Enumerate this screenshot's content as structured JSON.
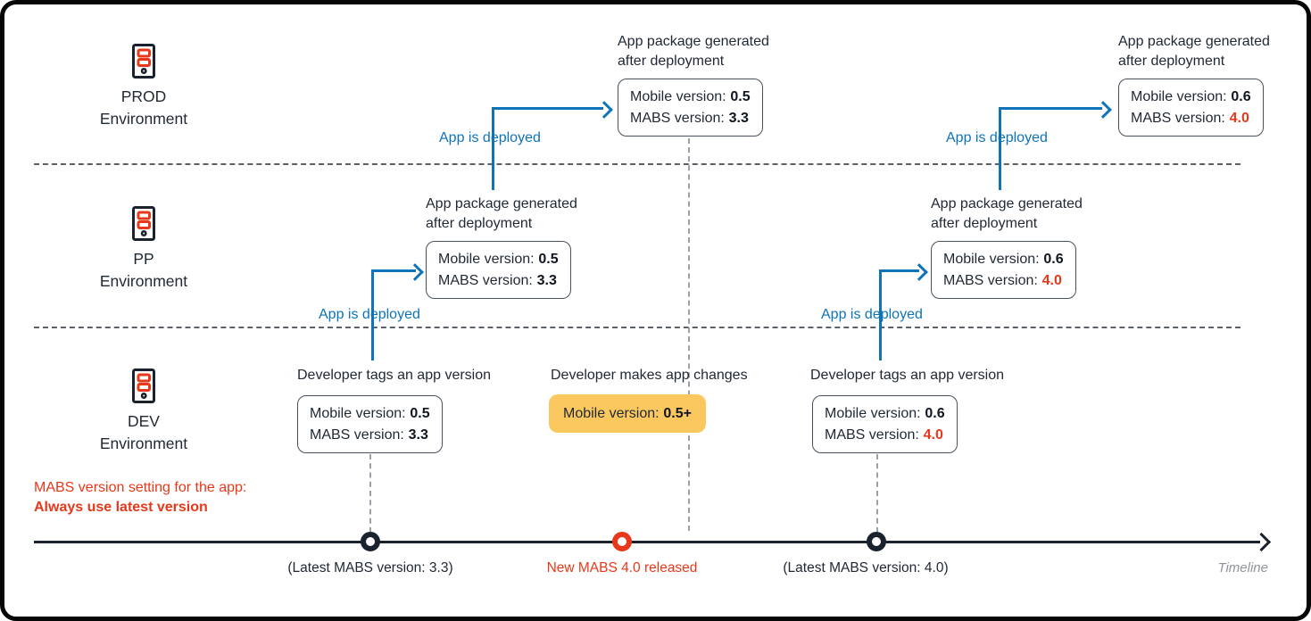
{
  "colors": {
    "blue": "#0E73B8",
    "red": "#E8381A",
    "yellow": "#FBC85F",
    "navy": "#1A222E",
    "text": "#1F2833",
    "gray": "#8D949C",
    "dash": "#9BA1A8",
    "divider": "#5B6166"
  },
  "environments": [
    {
      "name": "PROD",
      "line2": "Environment"
    },
    {
      "name": "PP",
      "line2": "Environment"
    },
    {
      "name": "DEV",
      "line2": "Environment"
    }
  ],
  "labels": {
    "app_package_line1": "App package generated",
    "app_package_line2": "after deployment",
    "app_is_deployed": "App is deployed",
    "developer_tags": "Developer tags an app version",
    "developer_changes": "Developer makes app changes"
  },
  "boxes": {
    "prod_left": {
      "mobile_label": "Mobile version:",
      "mobile_value": "0.5",
      "mabs_label": "MABS version:",
      "mabs_value": "3.3"
    },
    "prod_right": {
      "mobile_label": "Mobile version:",
      "mobile_value": "0.6",
      "mabs_label": "MABS version:",
      "mabs_value": "4.0"
    },
    "pp_left": {
      "mobile_label": "Mobile version:",
      "mobile_value": "0.5",
      "mabs_label": "MABS version:",
      "mabs_value": "3.3"
    },
    "pp_right": {
      "mobile_label": "Mobile version:",
      "mobile_value": "0.6",
      "mabs_label": "MABS version:",
      "mabs_value": "4.0"
    },
    "dev_left": {
      "mobile_label": "Mobile version:",
      "mobile_value": "0.5",
      "mabs_label": "MABS version:",
      "mabs_value": "3.3"
    },
    "dev_right": {
      "mobile_label": "Mobile version:",
      "mobile_value": "0.6",
      "mabs_label": "MABS version:",
      "mabs_value": "4.0"
    },
    "dev_mid": {
      "mobile_label": "Mobile version:",
      "mobile_value": "0.5+"
    }
  },
  "note": {
    "line1": "MABS version setting for the app:",
    "line2": "Always use latest version"
  },
  "timeline": {
    "markers": [
      {
        "label": "(Latest MABS version: 3.3)"
      },
      {
        "label": "New MABS 4.0 released"
      },
      {
        "label": "(Latest MABS version: 4.0)"
      }
    ],
    "axis_label": "Timeline"
  }
}
